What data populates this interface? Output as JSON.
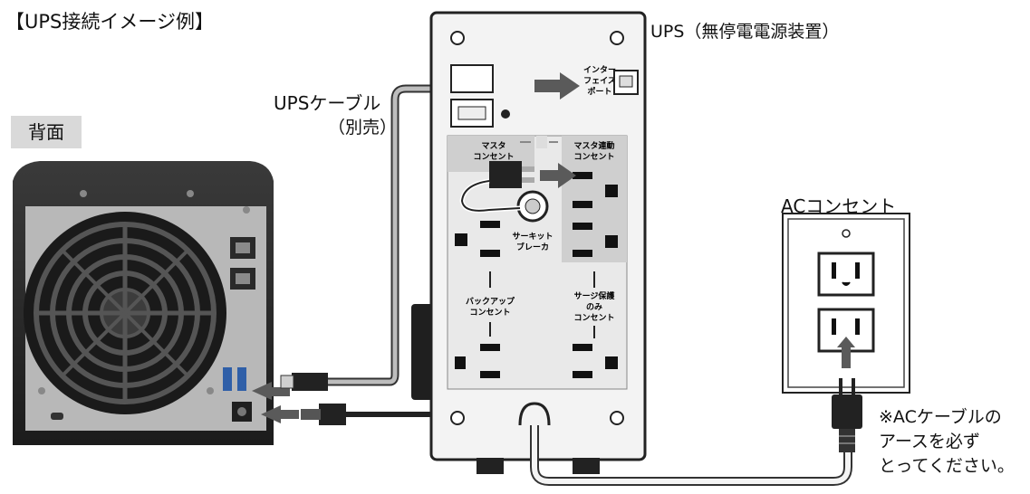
{
  "title": "【UPS接続イメージ例】",
  "rear_tag": "背面",
  "ups": {
    "name": "UPS（無停電電源装置）",
    "interface_port_label": [
      "インター",
      "フェイス",
      "ポート"
    ],
    "master_outlet_label": [
      "マスタ",
      "コンセント"
    ],
    "master_linked_outlet_label": [
      "マスタ連動",
      "コンセント"
    ],
    "breaker_label": [
      "サーキット",
      "ブレーカ"
    ],
    "backup_outlet_label": [
      "バックアップ",
      "コンセント"
    ],
    "surge_outlet_label": [
      "サージ保護",
      "のみ",
      "コンセント"
    ]
  },
  "ups_cable": {
    "line1": "UPSケーブル",
    "line2": "（別売）"
  },
  "ac_outlet": {
    "title": "ACコンセント"
  },
  "note": [
    "※ACケーブルの",
    "アースを必ず",
    "とってください。"
  ],
  "colors": {
    "arrow": "#5a5a5a",
    "device_body": "#2b2b2b",
    "panel": "#e6e6e6"
  }
}
